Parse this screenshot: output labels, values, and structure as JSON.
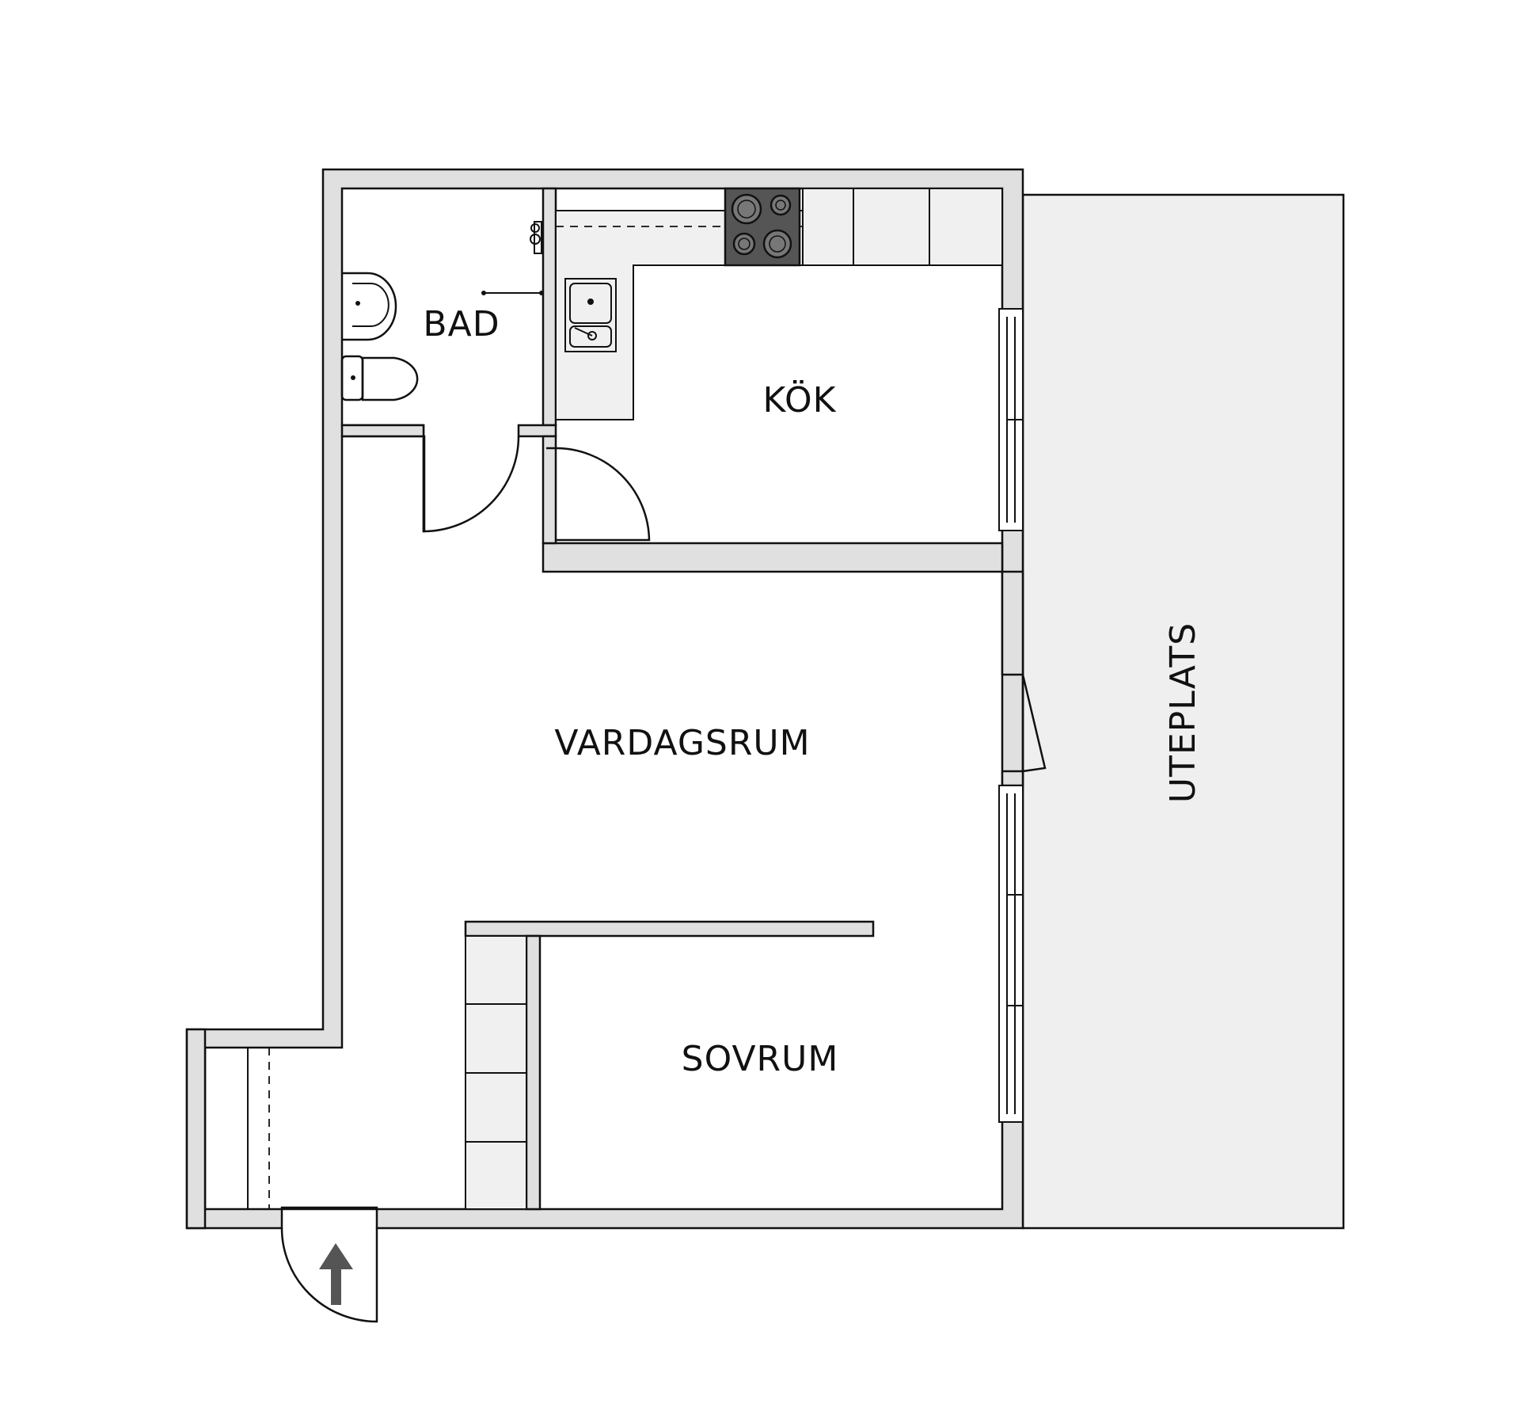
{
  "plan": {
    "rooms": {
      "bad": "BAD",
      "kok": "KÖK",
      "vardagsrum": "VARDAGSRUM",
      "sovrum": "SOVRUM",
      "uteplats": "UTEPLATS"
    }
  },
  "colors": {
    "wall_fill": "#e0e0e0",
    "patio_fill": "#efefef",
    "counter_fill": "#f0f0f0",
    "line": "#111111",
    "stove": "#555555",
    "arrow": "#555555"
  }
}
